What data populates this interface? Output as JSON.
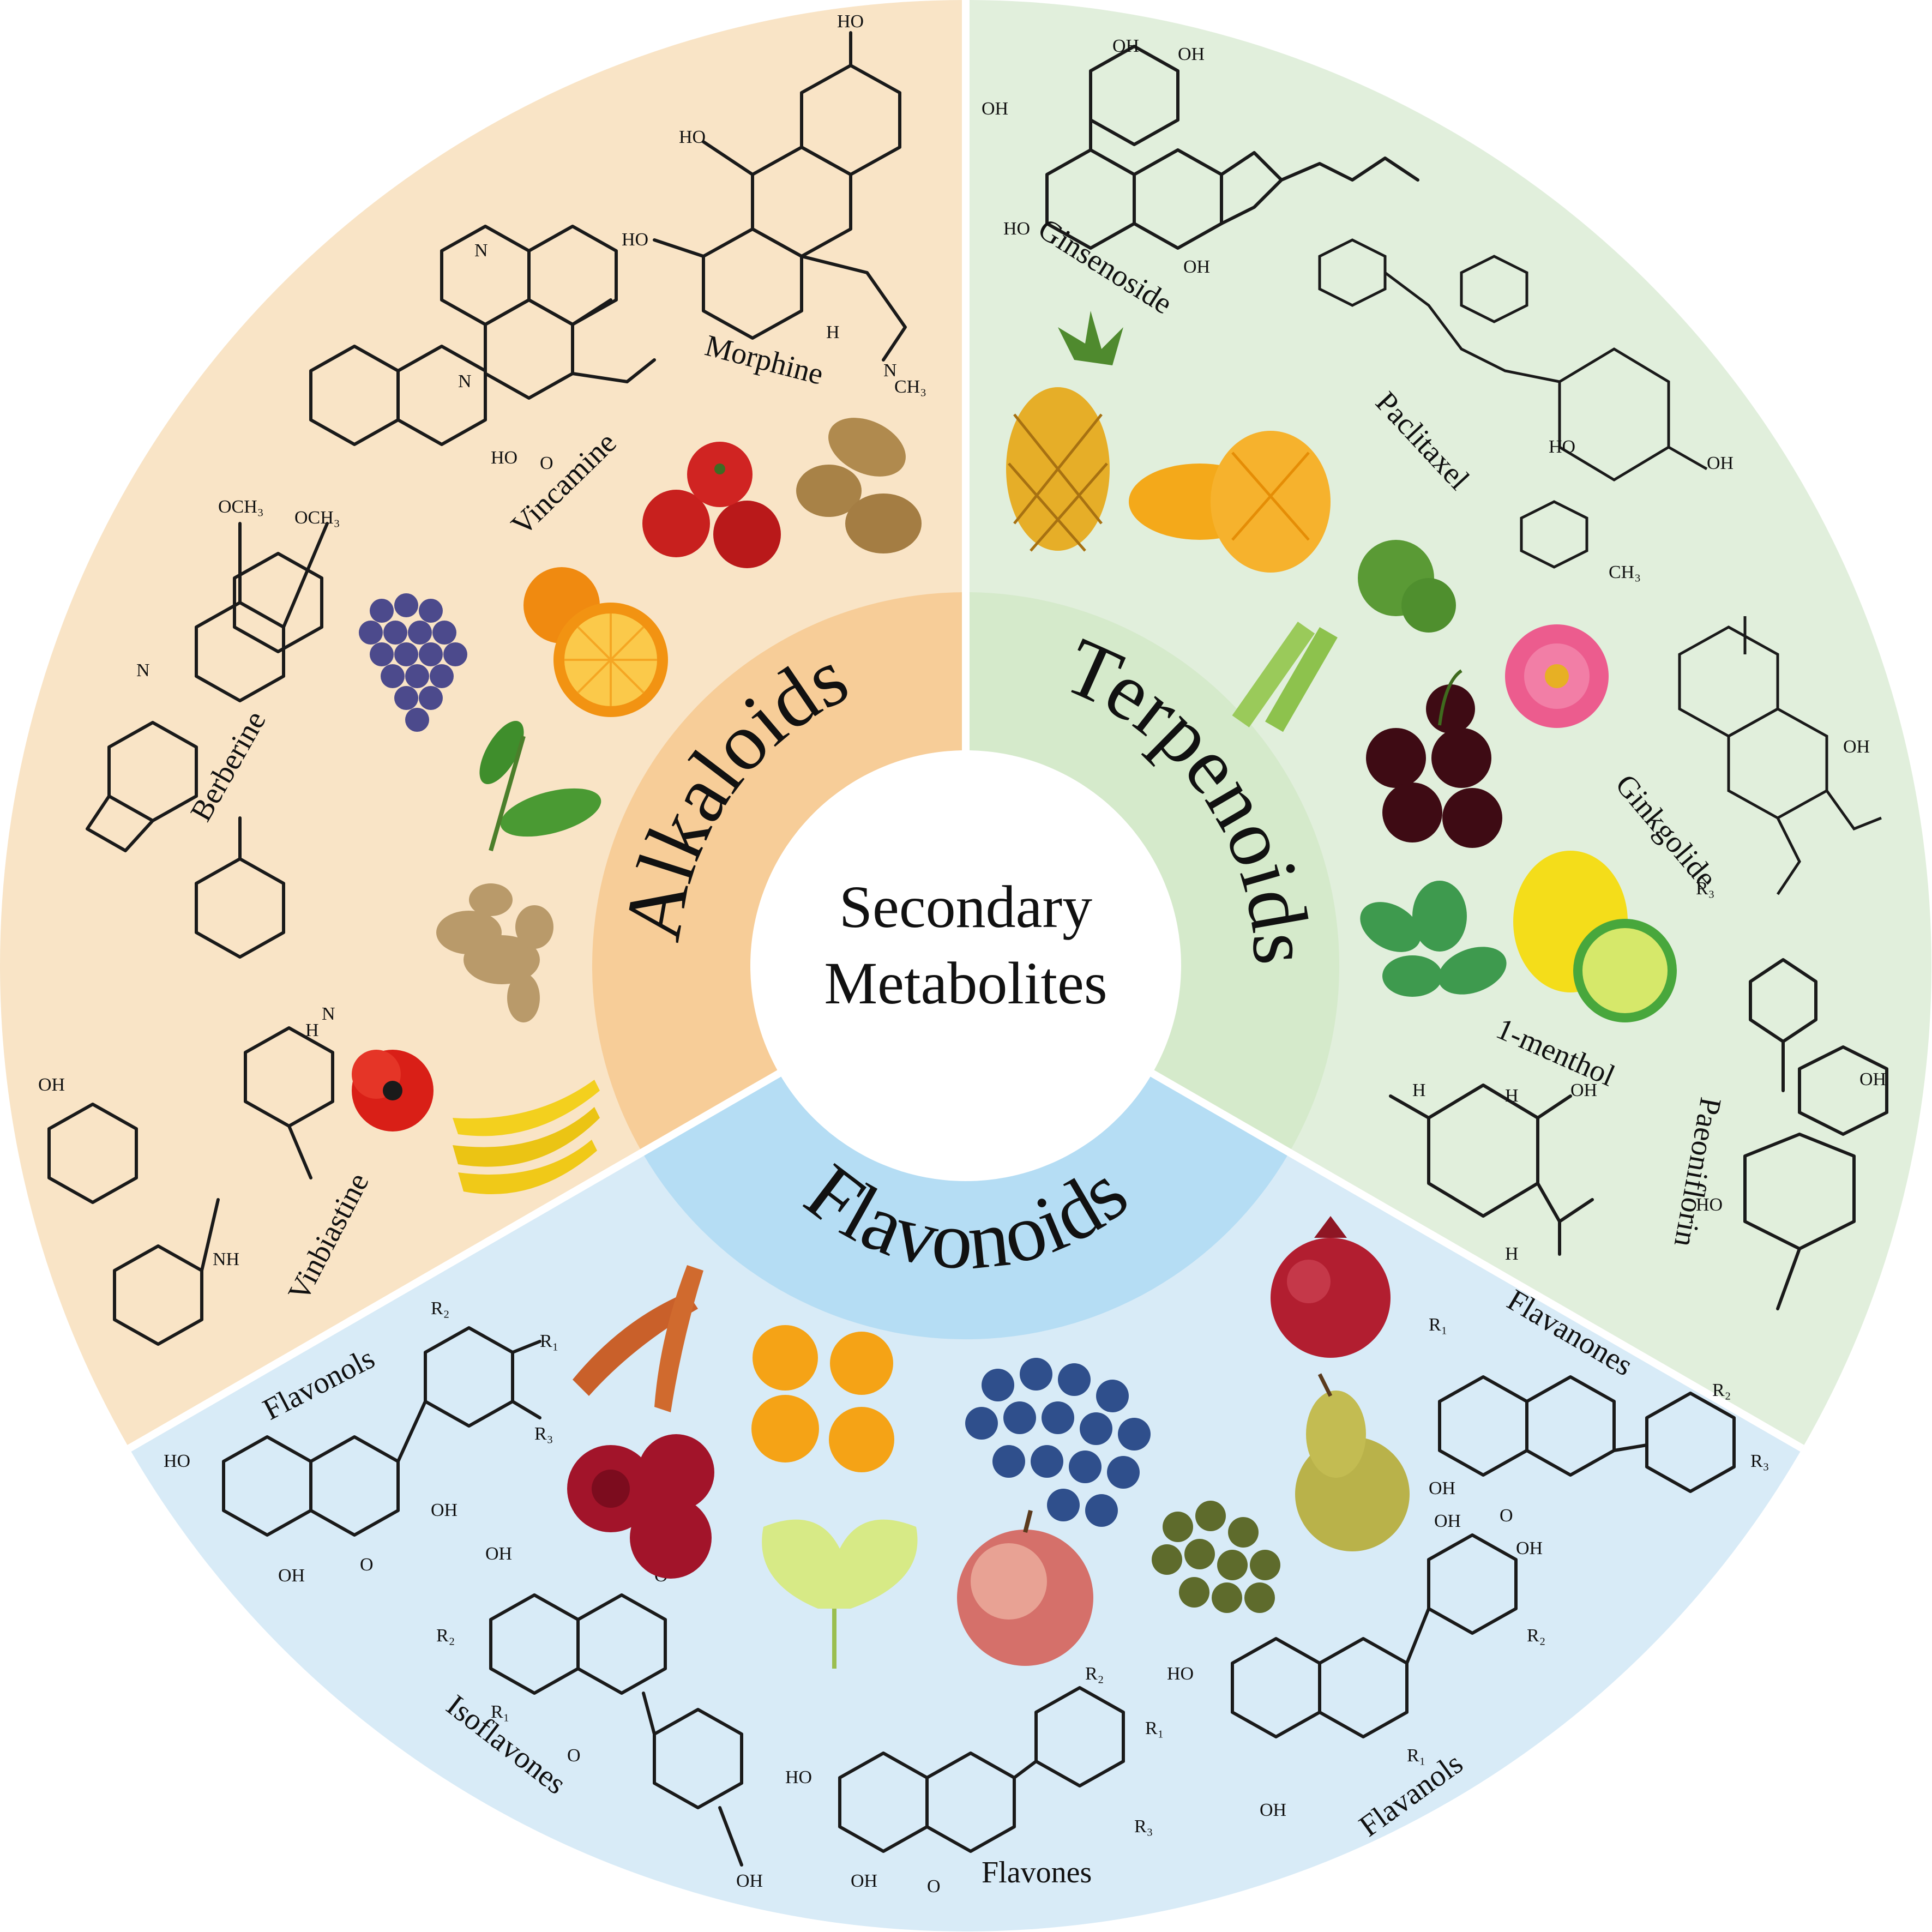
{
  "center": {
    "line1": "Secondary",
    "line2": "Metabolites"
  },
  "colors": {
    "alkaloids_outer": "#F9E4C6",
    "alkaloids_inner": "#F7CD98",
    "terpenoids_outer": "#E1EFDC",
    "terpenoids_inner": "#D5EACB",
    "flavonoids_outer": "#D8EBF7",
    "flavonoids_inner": "#B5DDF4",
    "divider": "#ffffff"
  },
  "categories": {
    "alkaloids": {
      "label": "Alkaloids",
      "compounds": [
        "Morphine",
        "Vincamine",
        "Berberine",
        "Vinbiastine"
      ],
      "foods": [
        "tomato-icon",
        "potato-icon",
        "orange-icon",
        "grape-icon",
        "tea-leaf-icon",
        "ginger-icon",
        "poppy-icon",
        "banana-icon"
      ]
    },
    "terpenoids": {
      "label": "Terpenoids",
      "compounds": [
        "Ginsenoside",
        "Paclitaxel",
        "Ginkgolide",
        "1-menthol",
        "Paeoniflorin"
      ],
      "foods": [
        "pineapple-icon",
        "mango-icon",
        "celery-icon",
        "zinnia-icon",
        "cherry-icon",
        "mint-icon",
        "lemon-icon"
      ]
    },
    "flavonoids": {
      "label": "Flavonoids",
      "compounds": [
        "Flavonols",
        "Isoflavones",
        "Flavones",
        "Flavanols",
        "Flavanones"
      ],
      "foods": [
        "carrot-icon",
        "tangerine-icon",
        "rose-icon",
        "ginkgo-leaf-icon",
        "blueberry-icon",
        "apple-icon",
        "tea-pellets-icon",
        "pomegranate-icon",
        "pear-icon"
      ]
    }
  }
}
